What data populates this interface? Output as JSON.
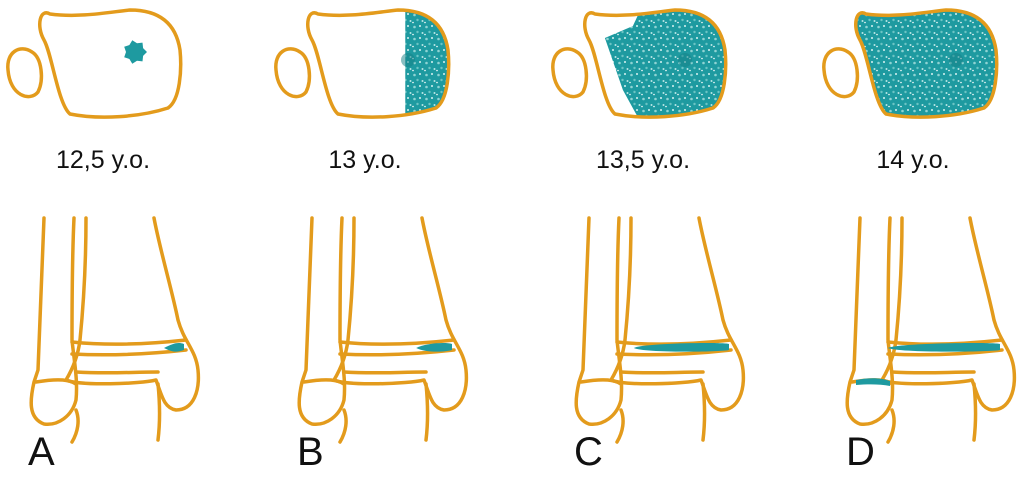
{
  "colors": {
    "bone_outline": "#E39B1C",
    "fusion": "#1E9AA0",
    "fusion_dark": "#137f85",
    "background": "#FFFFFF",
    "text": "#111111"
  },
  "panels": [
    {
      "letter": "A",
      "age": "12,5 y.o.",
      "fusion_fraction": 0.08
    },
    {
      "letter": "B",
      "age": "13 y.o.",
      "fusion_fraction": 0.32
    },
    {
      "letter": "C",
      "age": "13,5 y.o.",
      "fusion_fraction": 0.85
    },
    {
      "letter": "D",
      "age": "14 y.o.",
      "fusion_fraction": 1.0
    }
  ]
}
